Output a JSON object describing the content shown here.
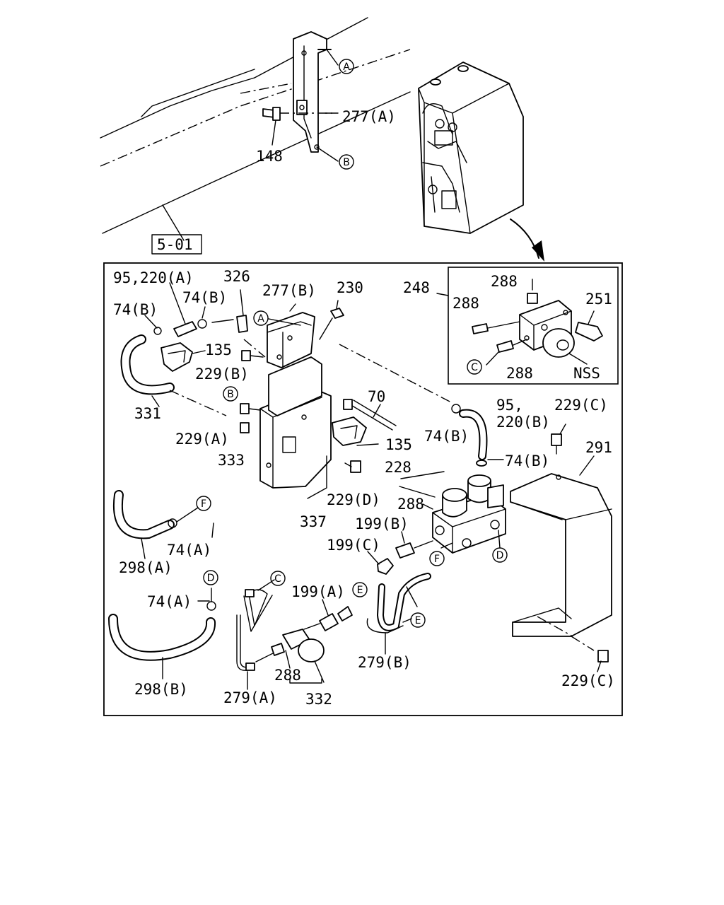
{
  "diagram": {
    "ref_box": "5-01",
    "circle_markers": [
      "A",
      "B",
      "C",
      "D",
      "E",
      "F"
    ],
    "part_labels": {
      "p148": "148",
      "p277a": "277(A)",
      "p277b": "277(B)",
      "p95_220a": "95,220(A)",
      "p326": "326",
      "p230": "230",
      "p248": "248",
      "p288_top": "288",
      "p288_left": "288",
      "p288_bottom": "288",
      "p251": "251",
      "pNSS": "NSS",
      "p74b_left": "74(B)",
      "p74b_mid": "74(B)",
      "p74b_right1": "74(B)",
      "p74b_right2": "74(B)",
      "p135_top": "135",
      "p135_mid": "135",
      "p229b": "229(B)",
      "p331": "331",
      "p229a": "229(A)",
      "p333": "333",
      "p70": "70",
      "p95_line1": "95,",
      "p220b": "220(B)",
      "p229c_top": "229(C)",
      "p291": "291",
      "p228": "228",
      "p288_valve": "288",
      "p229d": "229(D)",
      "p337": "337",
      "p199b": "199(B)",
      "p199c": "199(C)",
      "p74a_top": "74(A)",
      "p298a": "298(A)",
      "p74a_mid": "74(A)",
      "p199a": "199(A)",
      "p298b": "298(B)",
      "p279a": "279(A)",
      "p288_filter": "288",
      "p332": "332",
      "p279b": "279(B)",
      "p229c_bottom": "229(C)"
    }
  }
}
